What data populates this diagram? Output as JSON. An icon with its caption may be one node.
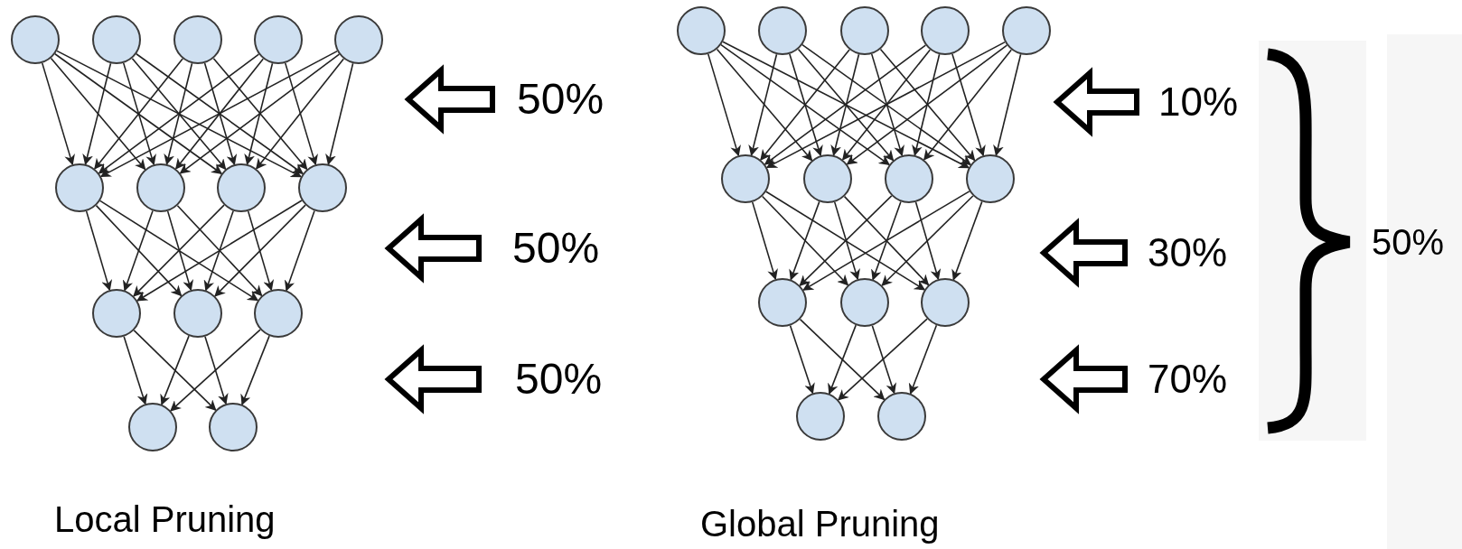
{
  "diagram": {
    "nodes": [
      {
        "text": [],
        "shape": "circle"
      },
      {
        "text": [],
        "shape": "circle"
      },
      {
        "text": [],
        "shape": "circle"
      },
      {
        "text": [],
        "shape": "circle"
      },
      {
        "text": [],
        "shape": "circle"
      },
      {
        "text": [],
        "shape": "circle"
      },
      {
        "text": [],
        "shape": "circle"
      },
      {
        "text": [],
        "shape": "circle"
      },
      {
        "text": [],
        "shape": "circle"
      },
      {
        "text": [],
        "shape": "circle"
      },
      {
        "text": [],
        "shape": "circle"
      },
      {
        "text": [],
        "shape": "circle"
      },
      {
        "text": [],
        "shape": "circle"
      },
      {
        "text": [],
        "shape": "circle"
      },
      {
        "text": [],
        "shape": "circle"
      },
      {
        "text": [],
        "shape": "circle"
      },
      {
        "text": [],
        "shape": "circle"
      },
      {
        "text": [],
        "shape": "circle"
      },
      {
        "text": [],
        "shape": "circle"
      },
      {
        "text": [],
        "shape": "circle"
      },
      {
        "text": [],
        "shape": "circle"
      },
      {
        "text": [],
        "shape": "circle"
      },
      {
        "text": [],
        "shape": "circle"
      },
      {
        "text": [],
        "shape": "circle"
      },
      {
        "text": [],
        "shape": "circle"
      },
      {
        "text": [],
        "shape": "circle"
      },
      {
        "text": [],
        "shape": "circle"
      },
      {
        "text": [],
        "shape": "circle"
      }
    ],
    "edges": [
      {
        "from": 0,
        "to": 5,
        "arrow": "to"
      },
      {
        "from": 0,
        "to": 6,
        "arrow": "to"
      },
      {
        "from": 0,
        "to": 7,
        "arrow": "to"
      },
      {
        "from": 0,
        "to": 8,
        "arrow": "to"
      },
      {
        "from": 1,
        "to": 5,
        "arrow": "to"
      },
      {
        "from": 1,
        "to": 6,
        "arrow": "to"
      },
      {
        "from": 1,
        "to": 7,
        "arrow": "to"
      },
      {
        "from": 1,
        "to": 8,
        "arrow": "to"
      },
      {
        "from": 2,
        "to": 5,
        "arrow": "to"
      },
      {
        "from": 2,
        "to": 6,
        "arrow": "to"
      },
      {
        "from": 2,
        "to": 7,
        "arrow": "to"
      },
      {
        "from": 2,
        "to": 8,
        "arrow": "to"
      },
      {
        "from": 3,
        "to": 5,
        "arrow": "to"
      },
      {
        "from": 3,
        "to": 6,
        "arrow": "to"
      },
      {
        "from": 3,
        "to": 7,
        "arrow": "to"
      },
      {
        "from": 3,
        "to": 8,
        "arrow": "to"
      },
      {
        "from": 4,
        "to": 5,
        "arrow": "to"
      },
      {
        "from": 4,
        "to": 6,
        "arrow": "to"
      },
      {
        "from": 4,
        "to": 7,
        "arrow": "to"
      },
      {
        "from": 4,
        "to": 8,
        "arrow": "to"
      },
      {
        "from": 5,
        "to": 9,
        "arrow": "to"
      },
      {
        "from": 5,
        "to": 10,
        "arrow": "to"
      },
      {
        "from": 5,
        "to": 11,
        "arrow": "to"
      },
      {
        "from": 6,
        "to": 9,
        "arrow": "to"
      },
      {
        "from": 6,
        "to": 10,
        "arrow": "to"
      },
      {
        "from": 6,
        "to": 11,
        "arrow": "to"
      },
      {
        "from": 7,
        "to": 9,
        "arrow": "to"
      },
      {
        "from": 7,
        "to": 10,
        "arrow": "to"
      },
      {
        "from": 7,
        "to": 11,
        "arrow": "to"
      },
      {
        "from": 8,
        "to": 9,
        "arrow": "to"
      },
      {
        "from": 8,
        "to": 10,
        "arrow": "to"
      },
      {
        "from": 8,
        "to": 11,
        "arrow": "to"
      },
      {
        "from": 9,
        "to": 12,
        "arrow": "to"
      },
      {
        "from": 9,
        "to": 13,
        "arrow": "to"
      },
      {
        "from": 10,
        "to": 12,
        "arrow": "to"
      },
      {
        "from": 10,
        "to": 13,
        "arrow": "to"
      },
      {
        "from": 11,
        "to": 12,
        "arrow": "to"
      },
      {
        "from": 11,
        "to": 13,
        "arrow": "to"
      },
      {
        "from": 14,
        "to": 19,
        "arrow": "to"
      },
      {
        "from": 14,
        "to": 20,
        "arrow": "to"
      },
      {
        "from": 14,
        "to": 21,
        "arrow": "to"
      },
      {
        "from": 14,
        "to": 22,
        "arrow": "to"
      },
      {
        "from": 15,
        "to": 19,
        "arrow": "to"
      },
      {
        "from": 15,
        "to": 20,
        "arrow": "to"
      },
      {
        "from": 15,
        "to": 21,
        "arrow": "to"
      },
      {
        "from": 15,
        "to": 22,
        "arrow": "to"
      },
      {
        "from": 16,
        "to": 19,
        "arrow": "to"
      },
      {
        "from": 16,
        "to": 20,
        "arrow": "to"
      },
      {
        "from": 16,
        "to": 21,
        "arrow": "to"
      },
      {
        "from": 16,
        "to": 22,
        "arrow": "to"
      },
      {
        "from": 17,
        "to": 19,
        "arrow": "to"
      },
      {
        "from": 17,
        "to": 20,
        "arrow": "to"
      },
      {
        "from": 17,
        "to": 21,
        "arrow": "to"
      },
      {
        "from": 17,
        "to": 22,
        "arrow": "to"
      },
      {
        "from": 18,
        "to": 19,
        "arrow": "to"
      },
      {
        "from": 18,
        "to": 20,
        "arrow": "to"
      },
      {
        "from": 18,
        "to": 21,
        "arrow": "to"
      },
      {
        "from": 18,
        "to": 22,
        "arrow": "to"
      },
      {
        "from": 19,
        "to": 23,
        "arrow": "to"
      },
      {
        "from": 19,
        "to": 24,
        "arrow": "to"
      },
      {
        "from": 19,
        "to": 25,
        "arrow": "to"
      },
      {
        "from": 20,
        "to": 23,
        "arrow": "to"
      },
      {
        "from": 20,
        "to": 24,
        "arrow": "to"
      },
      {
        "from": 20,
        "to": 25,
        "arrow": "to"
      },
      {
        "from": 21,
        "to": 23,
        "arrow": "to"
      },
      {
        "from": 21,
        "to": 24,
        "arrow": "to"
      },
      {
        "from": 21,
        "to": 25,
        "arrow": "to"
      },
      {
        "from": 22,
        "to": 23,
        "arrow": "to"
      },
      {
        "from": 22,
        "to": 24,
        "arrow": "to"
      },
      {
        "from": 22,
        "to": 25,
        "arrow": "to"
      },
      {
        "from": 23,
        "to": 26,
        "arrow": "to"
      },
      {
        "from": 23,
        "to": 27,
        "arrow": "to"
      },
      {
        "from": 24,
        "to": 26,
        "arrow": "to"
      },
      {
        "from": 24,
        "to": 27,
        "arrow": "to"
      },
      {
        "from": 25,
        "to": 26,
        "arrow": "to"
      },
      {
        "from": 25,
        "to": 27,
        "arrow": "to"
      }
    ],
    "labels": [
      "50%",
      "10%",
      "50%",
      "30%",
      "50%",
      "50%",
      "70%",
      "Local Pruning",
      "Global Pruning"
    ]
  }
}
